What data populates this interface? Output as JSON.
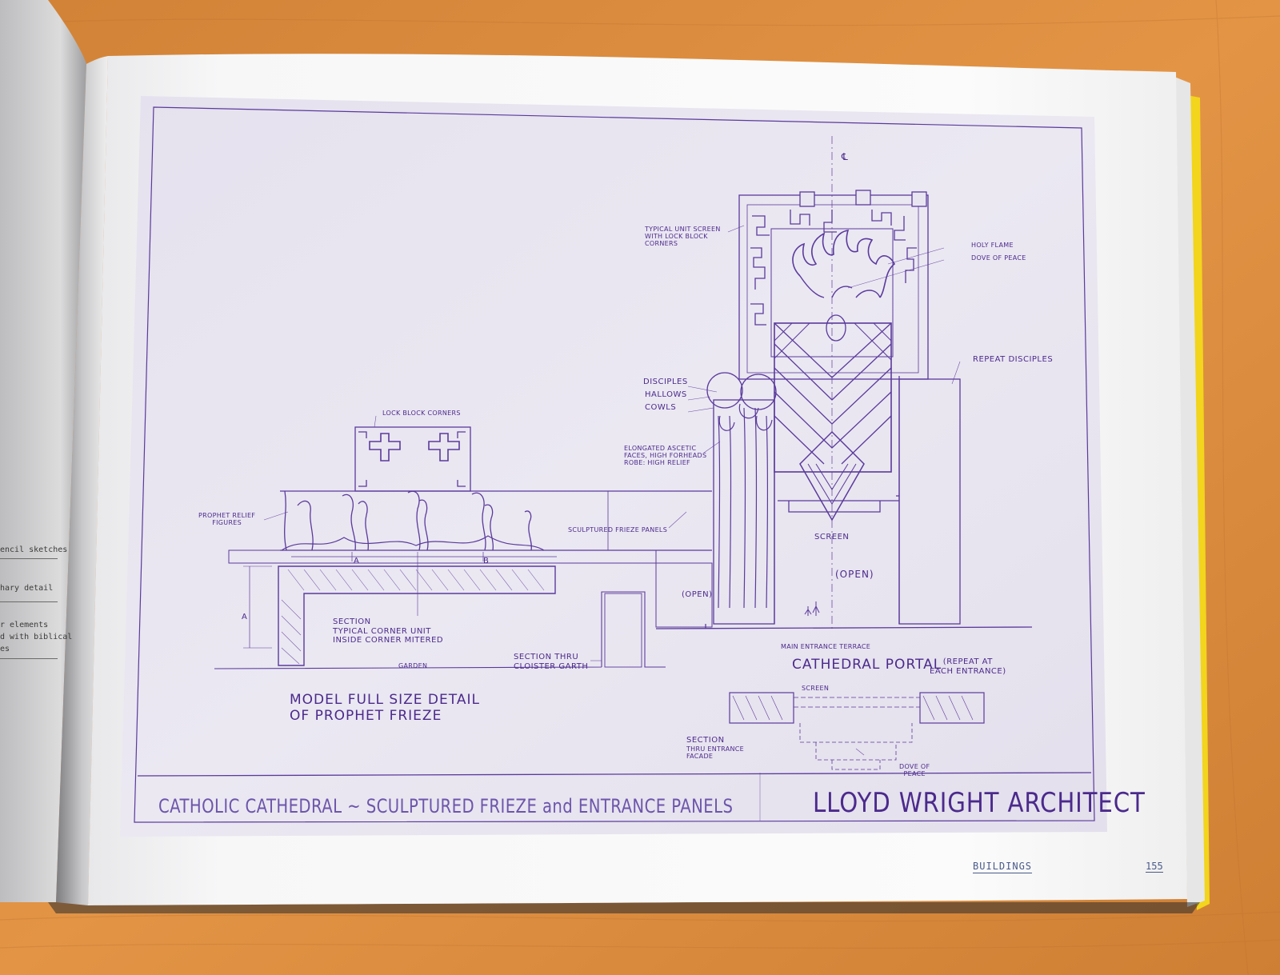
{
  "left_page": {
    "captions": [
      "encil sketches",
      "hary detail",
      "r elements",
      "d with biblical",
      "es"
    ]
  },
  "drawing": {
    "labels": {
      "typical_unit": [
        "TYPICAL UNIT SCREEN",
        "WITH LOCK BLOCK",
        "CORNERS"
      ],
      "holy_flame": "HOLY FLAME",
      "dove_of_peace": "DOVE OF PEACE",
      "repeat_disciples": "REPEAT DISCIPLES",
      "disciples": "DISCIPLES",
      "hallows": "HALLOWS",
      "cowls": "COWLS",
      "lock_block_corners": "LOCK BLOCK CORNERS",
      "elongated": [
        "ELONGATED ASCETIC",
        "FACES, HIGH FORHEADS",
        "ROBE: HIGH RELIEF"
      ],
      "prophet_relief": [
        "PROPHET RELIEF",
        "FIGURES"
      ],
      "frieze_panels": "SCULPTURED FRIEZE PANELS",
      "screen": "SCREEN",
      "open_center": "(OPEN)",
      "open_left": "(OPEN)",
      "dim_a": "A",
      "dim_b": "B",
      "dim_a_vert": "A",
      "section_corner": [
        "SECTION",
        "TYPICAL CORNER UNIT",
        "INSIDE CORNER MITERED"
      ],
      "garden": "GARDEN",
      "section_cloister": [
        "SECTION THRU",
        "CLOISTER GARTH"
      ],
      "main_terrace": "MAIN ENTRANCE TERRACE",
      "cathedral_portal": "CATHEDRAL PORTAL",
      "repeat_at": [
        "(REPEAT AT",
        "EACH ENTRANCE)"
      ],
      "screen_plan": "SCREEN",
      "section_entrance": [
        "SECTION",
        "THRU ENTRANCE",
        "FACADE"
      ],
      "dove_plan": [
        "DOVE OF",
        "PEACE"
      ],
      "model_detail": [
        "MODEL FULL SIZE DETAIL",
        "OF PROPHET FRIEZE"
      ],
      "centerline": "℄"
    },
    "title_block": {
      "left": "CATHOLIC CATHEDRAL ~ SCULPTURED FRIEZE and ENTRANCE PANELS",
      "right": "LLOYD WRIGHT ARCHITECT"
    }
  },
  "footer": {
    "section": "BUILDINGS",
    "page": "155"
  }
}
